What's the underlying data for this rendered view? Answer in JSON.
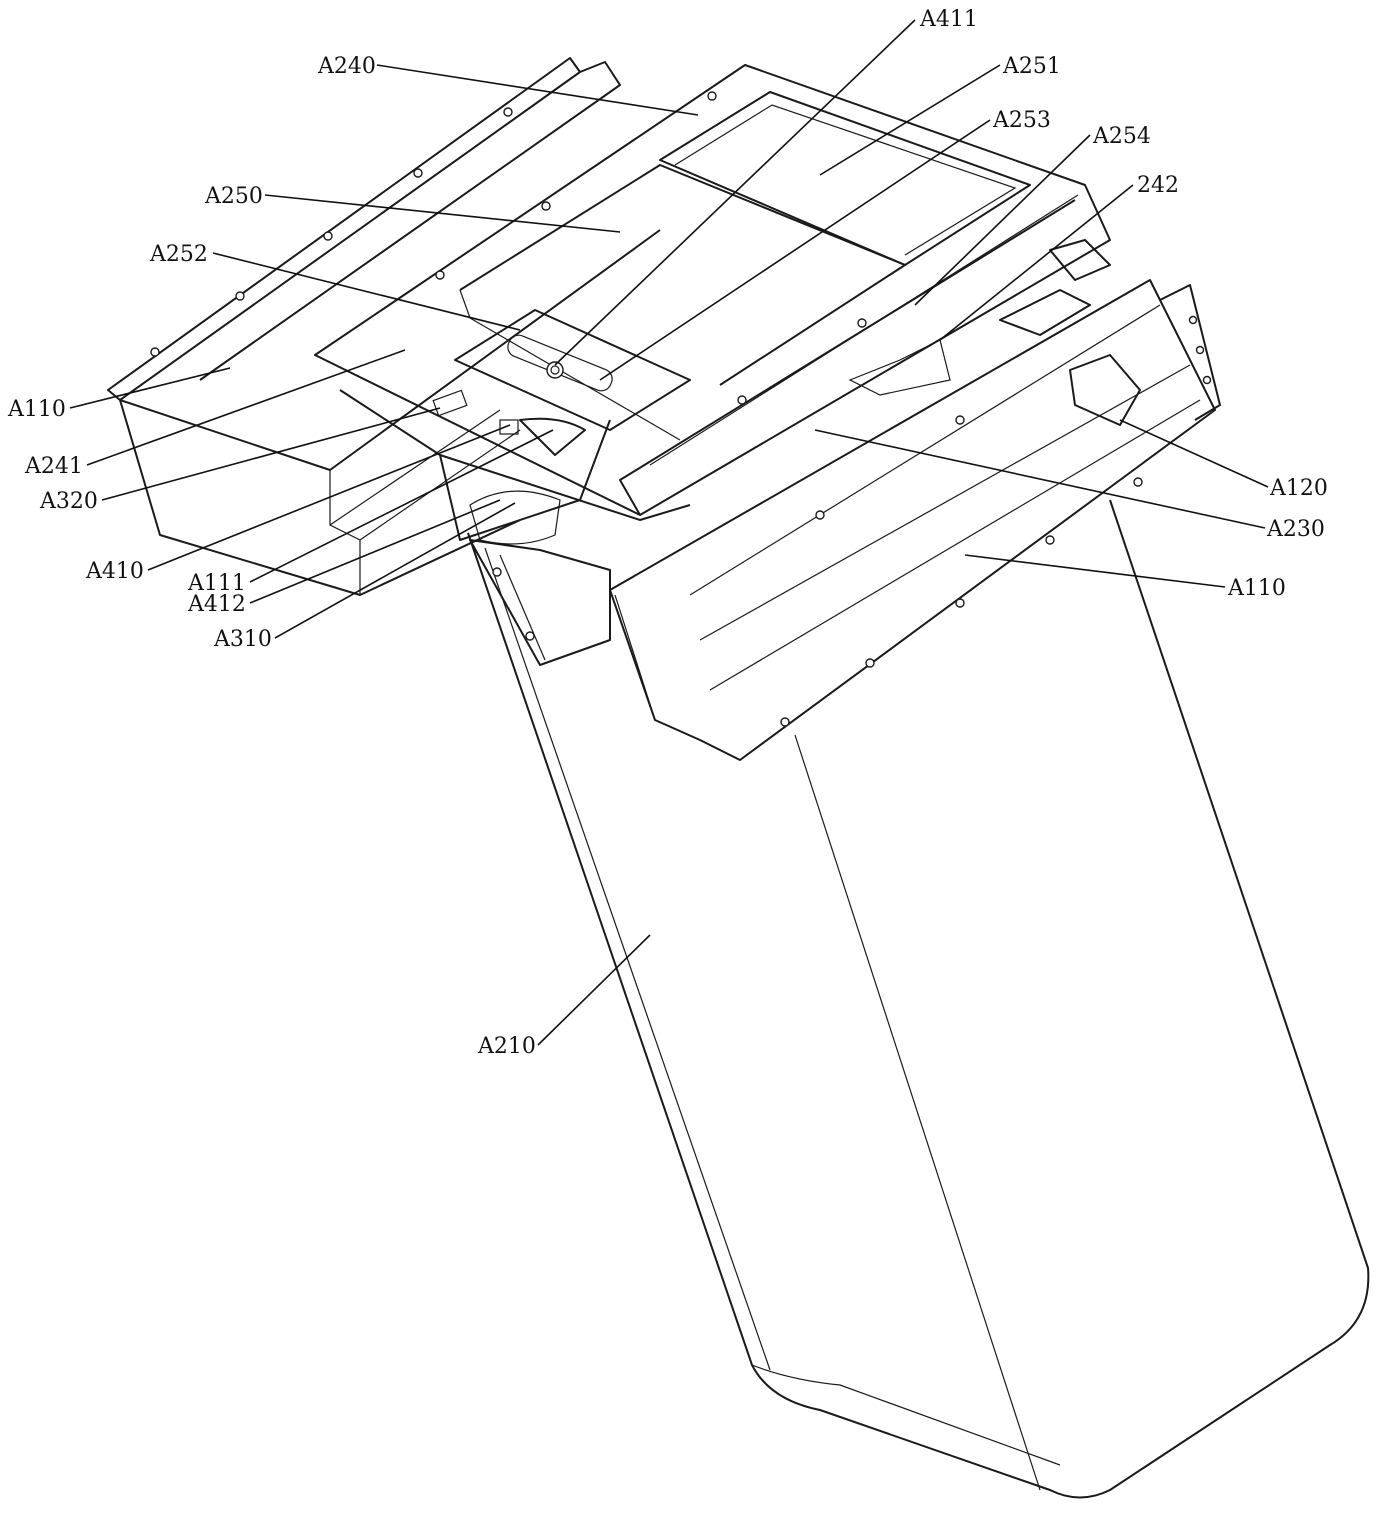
{
  "labels": [
    {
      "id": "a411",
      "text": "A411"
    },
    {
      "id": "a240",
      "text": "A240"
    },
    {
      "id": "a251",
      "text": "A251"
    },
    {
      "id": "a253",
      "text": "A253"
    },
    {
      "id": "a254",
      "text": "A254"
    },
    {
      "id": "l242",
      "text": "242"
    },
    {
      "id": "a250",
      "text": "A250"
    },
    {
      "id": "a252",
      "text": "A252"
    },
    {
      "id": "a110-left",
      "text": "A110"
    },
    {
      "id": "a241",
      "text": "A241"
    },
    {
      "id": "a320",
      "text": "A320"
    },
    {
      "id": "a410",
      "text": "A410"
    },
    {
      "id": "a111",
      "text": "A111"
    },
    {
      "id": "a412",
      "text": "A412"
    },
    {
      "id": "a310",
      "text": "A310"
    },
    {
      "id": "a120",
      "text": "A120"
    },
    {
      "id": "a230",
      "text": "A230"
    },
    {
      "id": "a110-right",
      "text": "A110"
    },
    {
      "id": "a210",
      "text": "A210"
    }
  ]
}
